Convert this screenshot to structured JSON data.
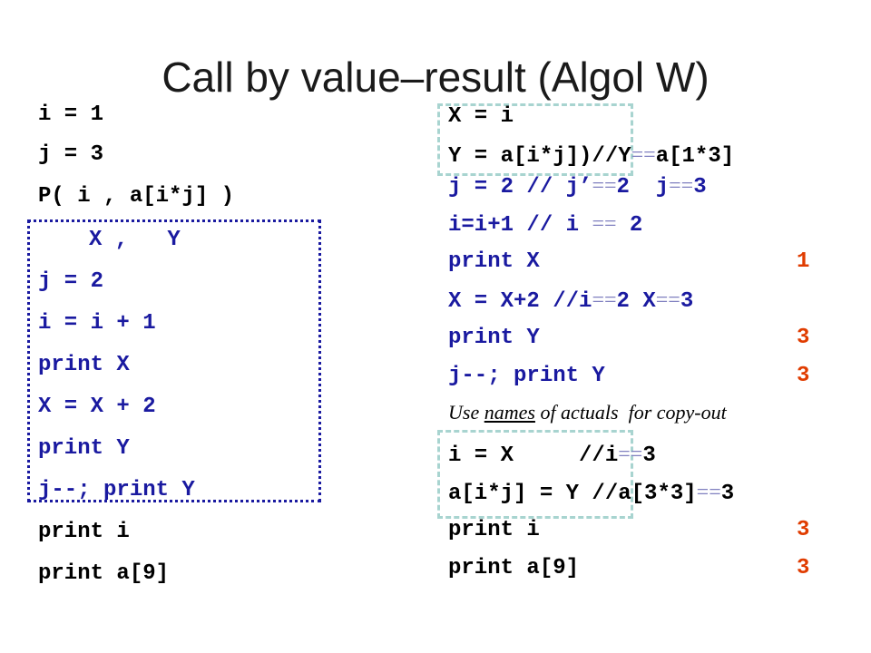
{
  "title": "Call by value–result (Algol W)",
  "left": {
    "l1": "i = 1",
    "l2": "j = 3",
    "l3": "P( i , a[i*j] )",
    "l4": "X ,   Y",
    "l5": "j = 2",
    "l6": "i = i + 1",
    "l7": "print X",
    "l8": "X = X + 2",
    "l9": "print Y",
    "l10": "j--; print Y",
    "l11": "print i",
    "l12": "print a[9]"
  },
  "right": {
    "r1": "X = i",
    "r2a": "Y = a[i*j])//Y",
    "r2eq": "==",
    "r2b": "a[1*3]",
    "r3a": "j = 2 // j’",
    "r3eq1": "==",
    "r3b": "2  j",
    "r3eq2": "==",
    "r3c": "3",
    "r4a": "i=i+1 // i ",
    "r4eq": "==",
    "r4b": " 2",
    "r5": "print X",
    "r5v": "1",
    "r6a": "X = X+2 //i",
    "r6eq1": "==",
    "r6b": "2 X",
    "r6eq2": "==",
    "r6c": "3",
    "r7": "print Y",
    "r7v": "3",
    "r8": "j--; print Y",
    "r8v": "3",
    "note_a": "Use ",
    "note_u": "names",
    "note_b": " of actuals  for copy-out",
    "r9a": "i = X     //i",
    "r9eq": "==",
    "r9b": "3",
    "r10a": "a[i*j] = Y //a[3*3]",
    "r10eq": "==",
    "r10b": "3",
    "r11": "print i",
    "r11v": "3",
    "r12": "print a[9]",
    "r12v": "3"
  }
}
